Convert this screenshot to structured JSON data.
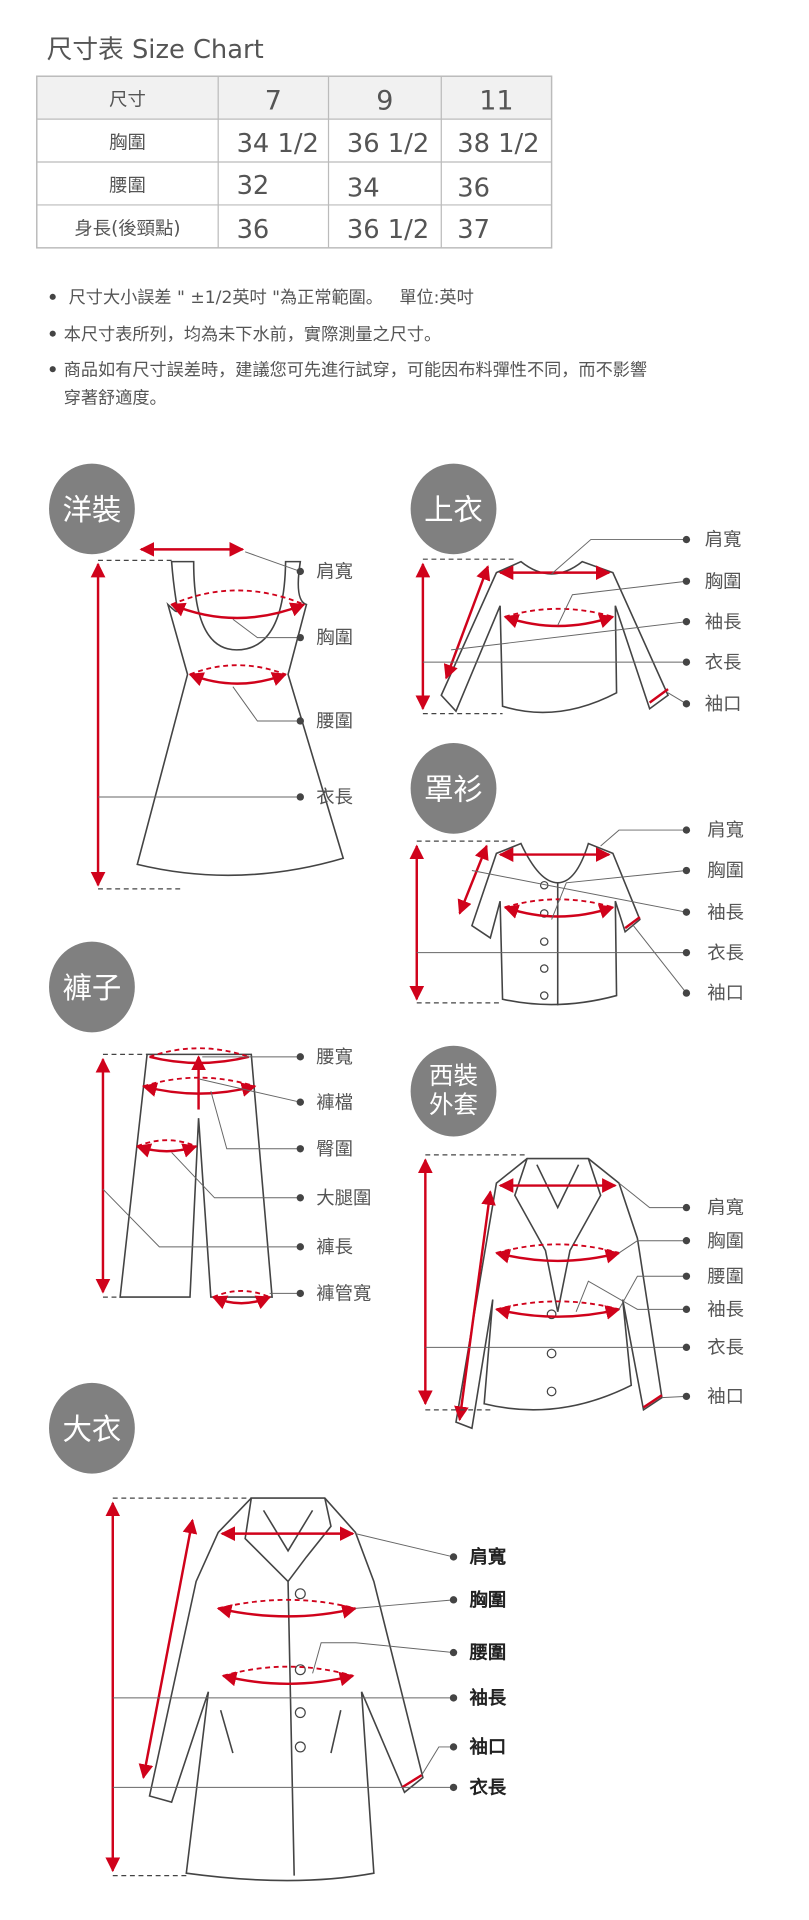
{
  "title": "尺寸表  Size Chart",
  "table": {
    "headers": [
      "尺寸",
      "7",
      "9",
      "11"
    ],
    "rows": [
      [
        "胸圍",
        "34 1/2",
        "36 1/2",
        "38 1/2"
      ],
      [
        "腰圍",
        "32",
        "34",
        "36"
      ],
      [
        "身長(後頸點)",
        "36",
        "36 1/2",
        "37"
      ]
    ]
  },
  "notes": [
    "尺寸大小誤差 \" ±1/2英吋 \"為正常範圍。   單位:英吋",
    "本尺寸表所列，均為未下水前，實際測量之尺寸。",
    "商品如有尺寸誤差時，建議您可先進行試穿，可能因布料彈性不同，而不影響",
    "穿著舒適度。"
  ],
  "colors": {
    "accent": "#d0021b",
    "badge": "#808080",
    "text": "#555555"
  },
  "garments": {
    "dress": {
      "name": "洋裝",
      "labels": [
        "肩寬",
        "胸圍",
        "腰圍",
        "衣長"
      ]
    },
    "top": {
      "name": "上衣",
      "labels": [
        "肩寬",
        "胸圍",
        "袖長",
        "衣長",
        "袖口"
      ]
    },
    "blouse": {
      "name": "罩衫",
      "labels": [
        "肩寬",
        "胸圍",
        "袖長",
        "衣長",
        "袖口"
      ]
    },
    "pants": {
      "name": "褲子",
      "labels": [
        "腰寬",
        "褲檔",
        "臀圍",
        "大腿圍",
        "褲長",
        "褲管寬"
      ]
    },
    "blazer": {
      "name1": "西裝",
      "name2": "外套",
      "labels": [
        "肩寬",
        "胸圍",
        "腰圍",
        "袖長",
        "衣長",
        "袖口"
      ]
    },
    "coat": {
      "name": "大衣",
      "labels": [
        "肩寬",
        "胸圍",
        "腰圍",
        "袖長",
        "袖口",
        "衣長"
      ]
    }
  }
}
